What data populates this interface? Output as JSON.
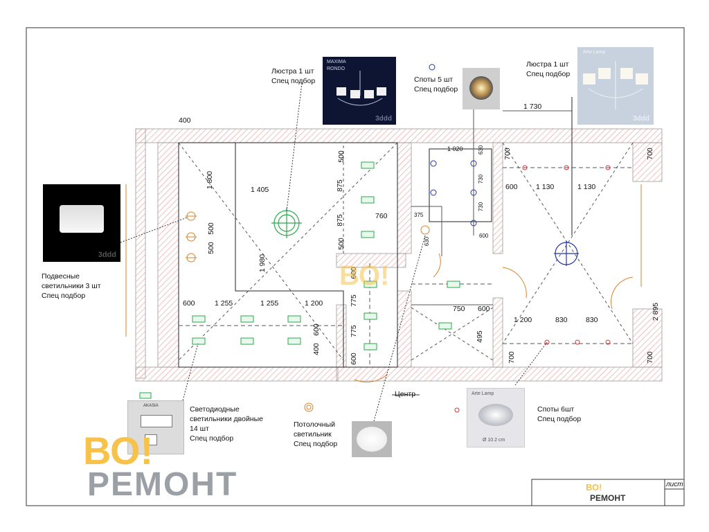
{
  "legend": {
    "chandelier_living": [
      "Люстра  1 шт",
      "Спец подбор"
    ],
    "spots_5": [
      "Споты 5 шт",
      "Спец подбор"
    ],
    "chandelier_bedroom": [
      "Люстра  1 шт",
      "Спец подбор"
    ],
    "pendants": [
      "Подвесные",
      "светильники  3 шт",
      "Спец подбор"
    ],
    "led_double": [
      "Светодиодные",
      "светильники двойные",
      "14 шт",
      "Спец подбор"
    ],
    "ceiling_light": [
      "Потолочный",
      "светильник",
      "Спец подбор"
    ],
    "spots_6": [
      "Споты 6шт",
      "Спец подбор"
    ],
    "center": "Центр"
  },
  "photo_text": {
    "brand_top": "MAXIMA",
    "brand_sub": "RONDO",
    "watermark_3d": "3ddd",
    "led_brand": "AKASIA",
    "spot6_brand": "Arte Lamp",
    "spot6_size": "Ø 10.2 cm",
    "chandelier2_text": "Arte Lamp"
  },
  "dimensions": {
    "top_400": "400",
    "living_1800": "1 800",
    "living_1405": "1 405",
    "living_1980": "1 980",
    "pend_500_a": "500",
    "pend_500_b": "500",
    "col_500": "500",
    "col_875_a": "875",
    "col_875_b": "875",
    "col_500_b": "500",
    "dim_760": "760",
    "bot_600": "600",
    "bot_1255_a": "1 255",
    "bot_1255_b": "1 255",
    "bot_1200": "1 200",
    "bot_600_v": "600",
    "bot_400_v": "400",
    "cor_600_a": "600",
    "cor_775_a": "775",
    "cor_775_b": "775",
    "cor_600_b": "600",
    "hall_1020": "1 020",
    "hall_630": "630",
    "hall_730_a": "730",
    "hall_730_b": "730",
    "hall_600": "600",
    "hall_375": "375",
    "hall_630_v": "630",
    "bath_750": "750",
    "bath_600": "600",
    "bath_495": "495",
    "bed_1730": "1 730",
    "bed_700_a": "700",
    "bed_700_b": "700",
    "bed_600": "600",
    "bed_1130_a": "1 130",
    "bed_1130_b": "1 130",
    "bed_1200": "1 200",
    "bed_830_a": "830",
    "bed_830_b": "830",
    "bed_2895": "2 895",
    "bed_700_c": "700",
    "bed_700_d": "700"
  },
  "watermark": {
    "big_1": "ВО!",
    "big_2": "РЕМОНТ",
    "center": "ВО!"
  },
  "title_block": {
    "sheet": "лист",
    "logo_1": "ВО!",
    "logo_2": "РЕМОНТ"
  },
  "colors": {
    "wall_hatch": "#e8a7a7",
    "wall_line": "#444444",
    "led": "#2aa84a",
    "spot": "#2233aa",
    "ceiling": "#d9822b",
    "red_spot": "#d43333",
    "watermark_yellow": "#f6c24a",
    "watermark_gray": "#9aa0a6"
  }
}
